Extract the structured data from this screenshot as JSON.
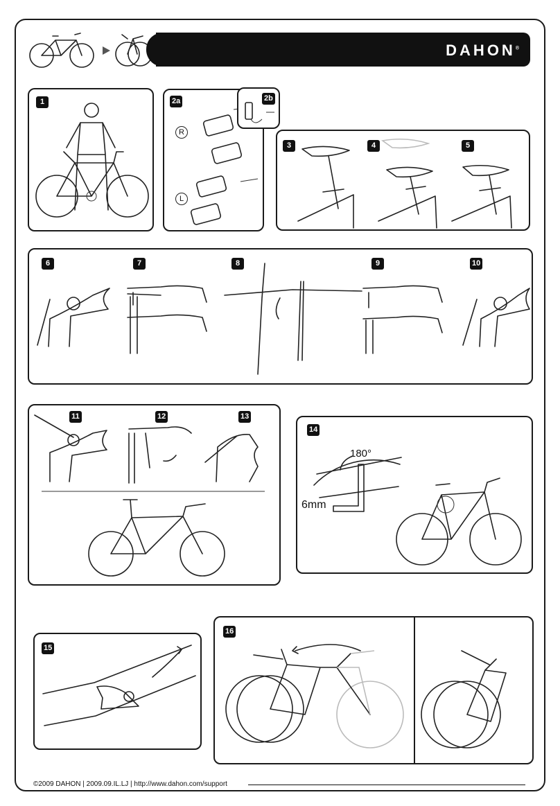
{
  "header": {
    "brand": "DAHON",
    "registered_mark": "®"
  },
  "steps": {
    "s1": "1",
    "s2a": "2a",
    "s2b": "2b",
    "s3": "3",
    "s4": "4",
    "s5": "5",
    "s6": "6",
    "s7": "7",
    "s8": "8",
    "s9": "9",
    "s10": "10",
    "s11": "11",
    "s12": "12",
    "s13": "13",
    "s14": "14",
    "s15": "15",
    "s16": "16"
  },
  "pedal_labels": {
    "right": "R",
    "left": "L"
  },
  "step14": {
    "angle": "180°",
    "tool": "6mm"
  },
  "footer": {
    "text": "©2009 DAHON  |  2009.09.IL.LJ  |  http://www.dahon.com/support"
  }
}
